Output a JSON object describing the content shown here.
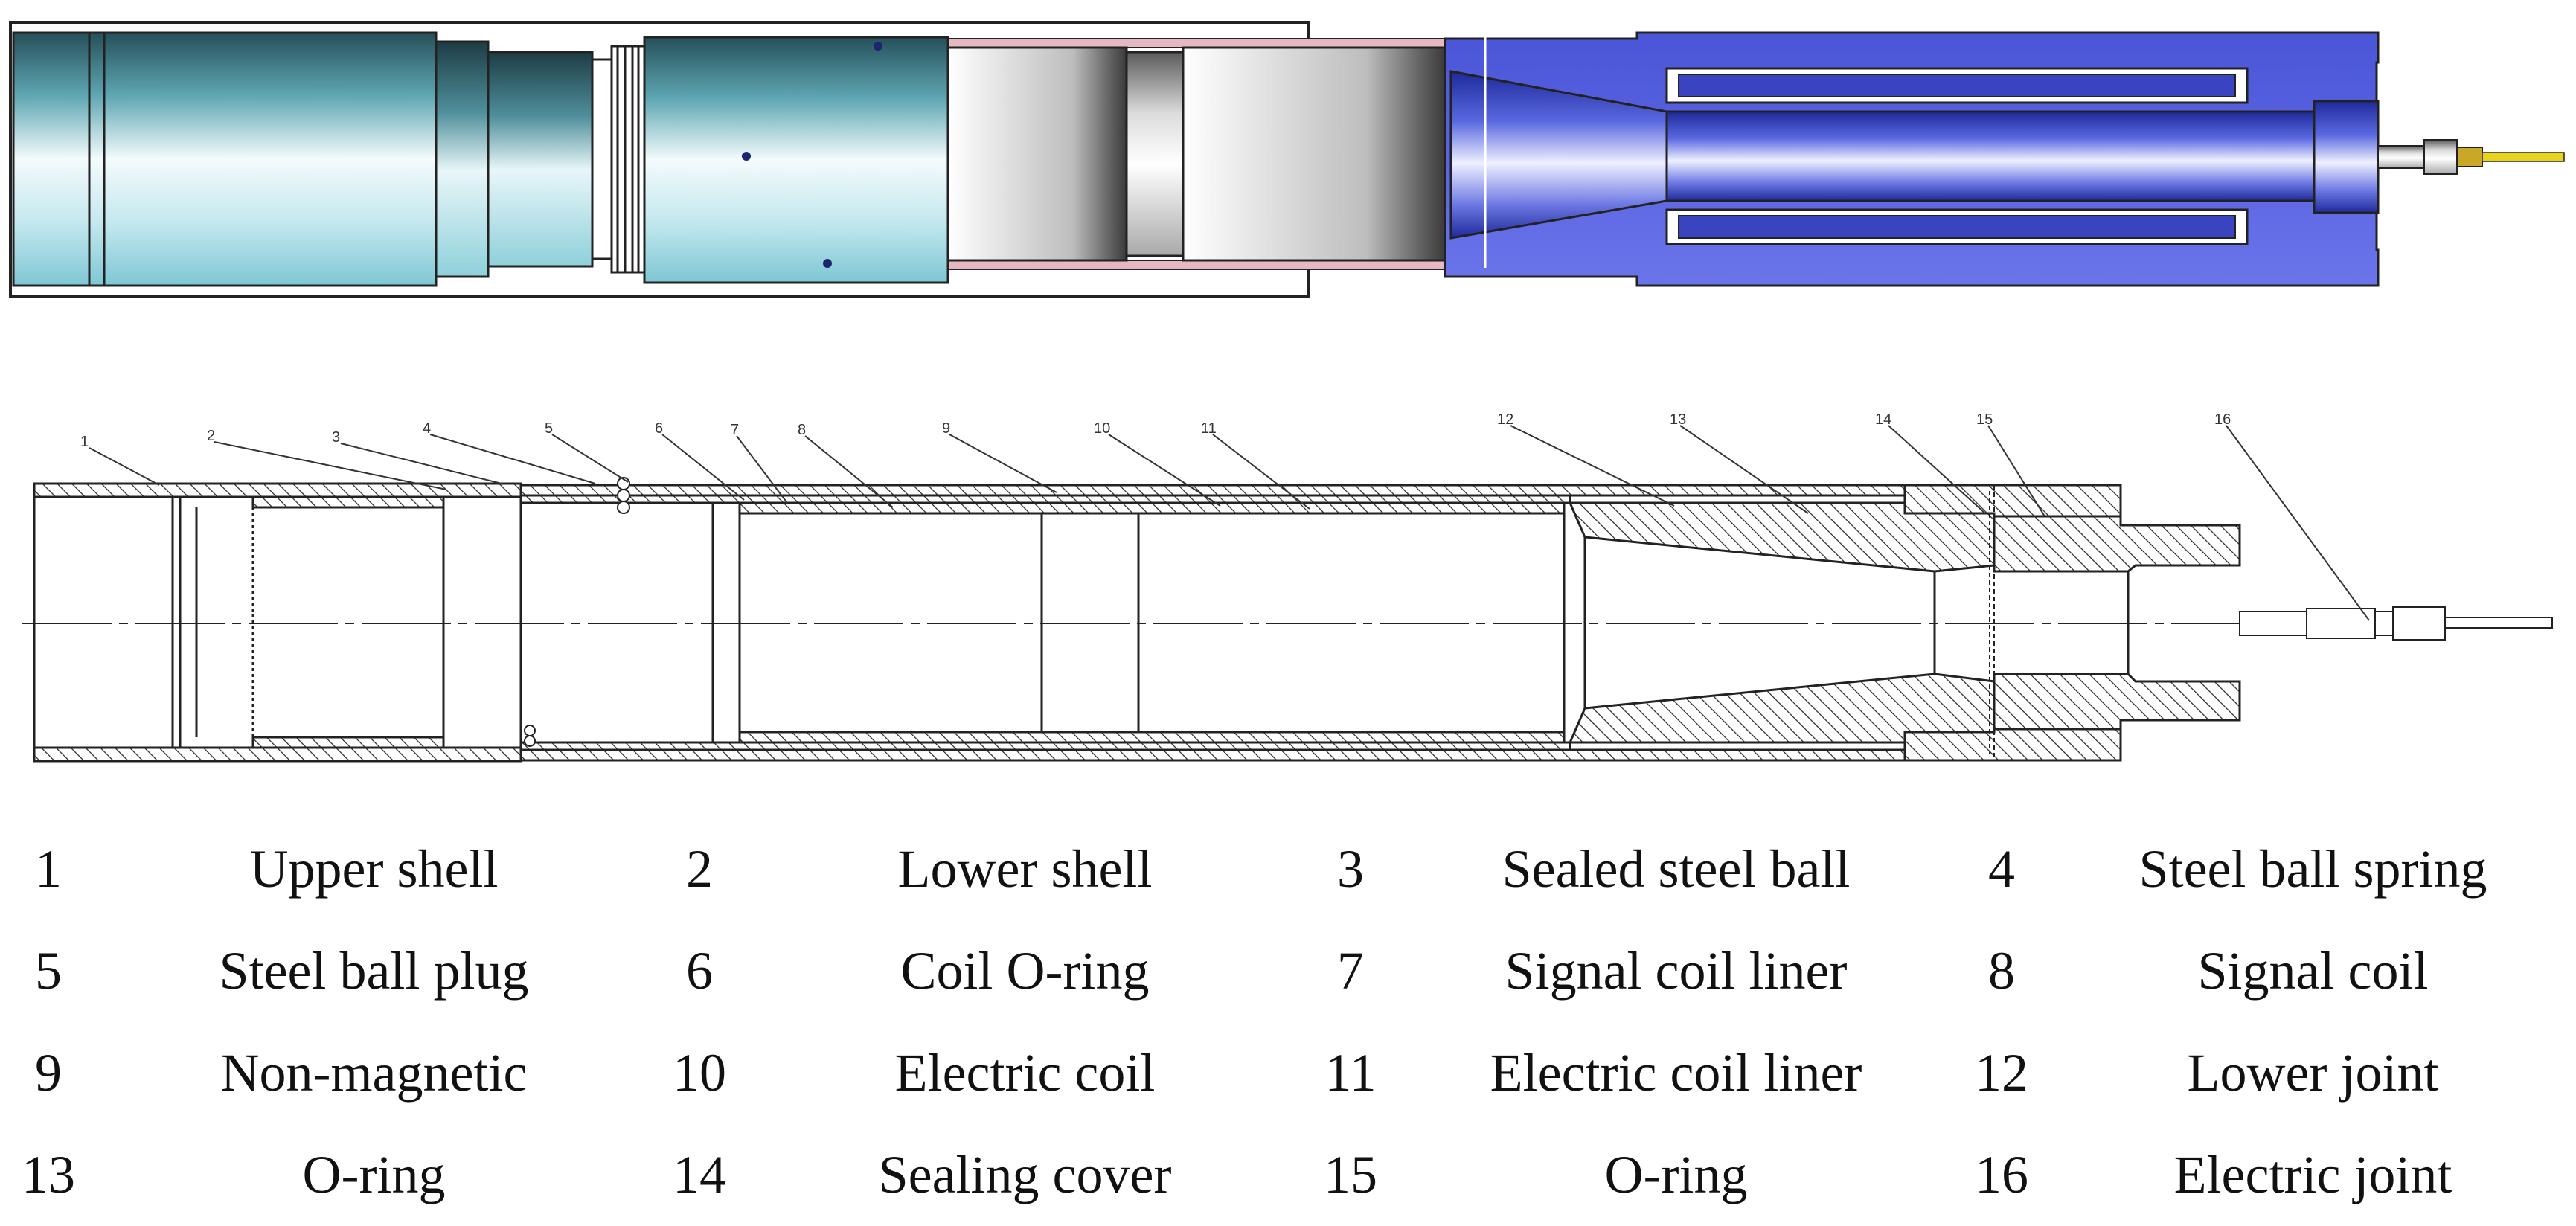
{
  "figure": {
    "callout_numbers": [
      "1",
      "2",
      "3",
      "4",
      "5",
      "6",
      "7",
      "8",
      "9",
      "10",
      "11",
      "12",
      "13",
      "14",
      "15",
      "16"
    ]
  },
  "legend": {
    "items": [
      {
        "num": "1",
        "label": "Upper shell"
      },
      {
        "num": "2",
        "label": "Lower shell"
      },
      {
        "num": "3",
        "label": "Sealed steel ball"
      },
      {
        "num": "4",
        "label": "Steel ball spring"
      },
      {
        "num": "5",
        "label": "Steel ball plug"
      },
      {
        "num": "6",
        "label": "Coil O-ring"
      },
      {
        "num": "7",
        "label": "Signal coil liner"
      },
      {
        "num": "8",
        "label": "Signal coil"
      },
      {
        "num": "9",
        "label": "Non-magnetic"
      },
      {
        "num": "10",
        "label": "Electric coil"
      },
      {
        "num": "11",
        "label": "Electric coil liner"
      },
      {
        "num": "12",
        "label": "Lower joint"
      },
      {
        "num": "13",
        "label": "O-ring"
      },
      {
        "num": "14",
        "label": "Sealing cover"
      },
      {
        "num": "15",
        "label": "O-ring"
      },
      {
        "num": "16",
        "label": "Electric joint"
      }
    ]
  },
  "colors": {
    "steel_teal": "#2b6c78",
    "body_blue": "#3a46c8",
    "line_dark": "#222222",
    "wire_yellow": "#e8d21a"
  }
}
